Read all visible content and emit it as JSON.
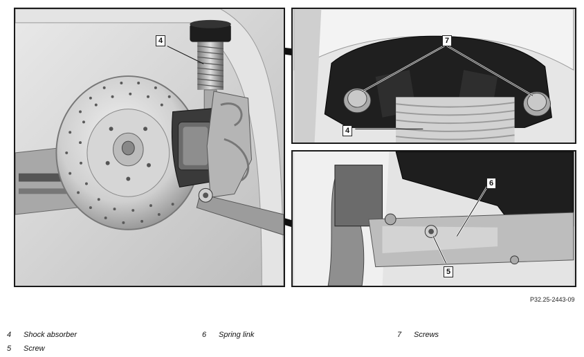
{
  "callouts": {
    "main_4": "4",
    "top_7": "7",
    "top_4": "4",
    "bottom_6": "6",
    "bottom_5": "5"
  },
  "figure_ref": "P32.25-2443-09",
  "legend": [
    {
      "num": "4",
      "label": "Shock absorber"
    },
    {
      "num": "5",
      "label": "Screw"
    },
    {
      "num": "6",
      "label": "Spring link"
    },
    {
      "num": "7",
      "label": "Screws"
    }
  ]
}
